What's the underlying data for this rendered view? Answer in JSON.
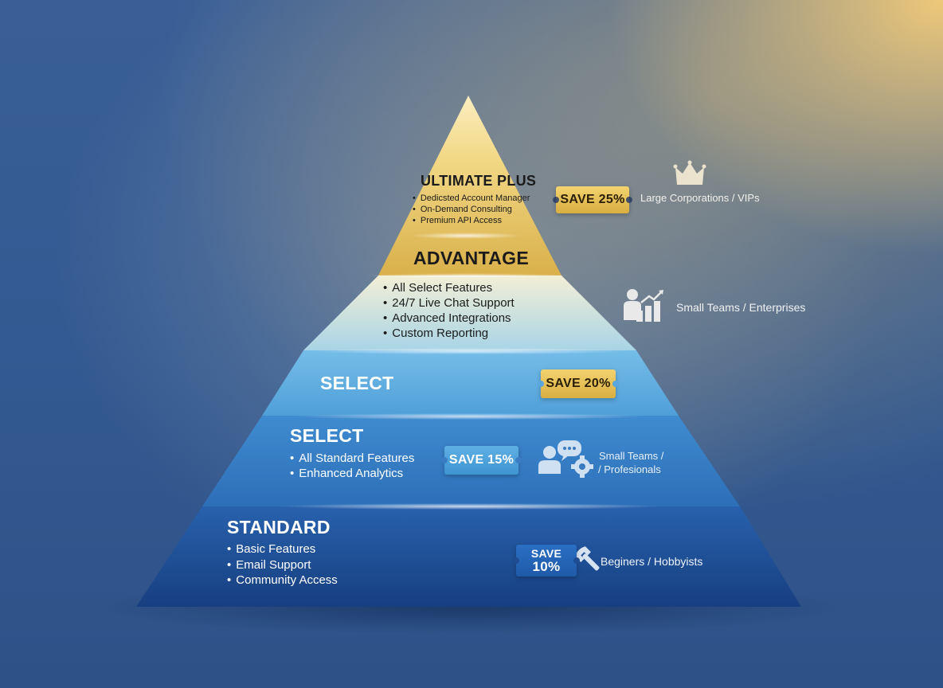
{
  "tiers": {
    "ultimate_plus": {
      "title": "ULTIMATE PLUS",
      "features": [
        "Dedicsted Account Manager",
        "On-Demand Consulting",
        "Premium API Access"
      ],
      "badge": "SAVE 25%",
      "segment": "Large Corporations / VIPs",
      "icon": "crown-icon"
    },
    "advantage": {
      "title": "ADVANTAGE",
      "features": [
        "All Select Features",
        "24/7 Live Chat Support",
        "Advanced Integrations",
        "Custom Reporting"
      ],
      "segment": "Small Teams / Enterprises",
      "icon": "growth-chart-icon"
    },
    "select_band": {
      "title": "SELECT",
      "badge": "SAVE 20%"
    },
    "select": {
      "title": "SELECT",
      "features": [
        "All Standard Features",
        "Enhanced Analytics"
      ],
      "badge": "SAVE 15%",
      "segment_line1": "Small Teams /",
      "segment_line2": "/ Profesionals",
      "icon": "team-chat-gear-icon"
    },
    "standard": {
      "title": "STANDARD",
      "features": [
        "Basic Features",
        "Email Support",
        "Community Access"
      ],
      "badge_line1": "SAVE",
      "badge_line2": "10%",
      "segment": "Beginers / Hobbyists",
      "icon": "wrench-icon"
    }
  },
  "colors": {
    "gold": "#e8c45c",
    "pale_blue": "#b9dbea",
    "sky_blue": "#5aaee0",
    "mid_blue": "#3f86cc",
    "navy": "#1d4c93"
  }
}
